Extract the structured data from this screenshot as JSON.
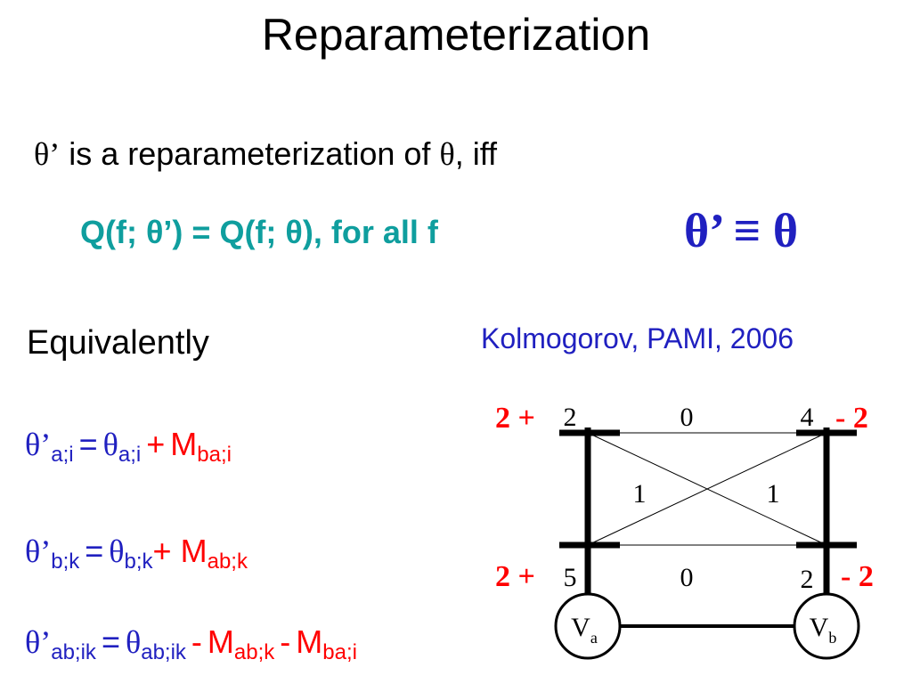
{
  "slide": {
    "title": "Reparameterization",
    "definition": {
      "theta_prime": "θ’",
      "text": " is a reparameterization of ",
      "theta": "θ",
      "suffix": ", iff"
    },
    "condition": "Q(f; θ’)  = Q(f; θ), for all f",
    "equivalence": "θ’  ≡  θ",
    "equivalently": "Equivalently",
    "citation": "Kolmogorov, PAMI, 2006"
  },
  "equations": {
    "unary_a": {
      "lhs": "θ’",
      "lhs_sub": "a;i",
      "eq": "=",
      "rhs": "θ",
      "rhs_sub": "a;i",
      "plus": "+",
      "msg": "M",
      "msg_sub": "ba;i"
    },
    "unary_b": {
      "lhs": "θ’",
      "lhs_sub": "b;k",
      "eq": "=",
      "rhs": "θ",
      "rhs_sub": "b;k",
      "plus": "+",
      "msg": "M",
      "msg_sub": "ab;k"
    },
    "pairwise": {
      "lhs": "θ’",
      "lhs_sub": "ab;ik",
      "eq": "=",
      "rhs": "θ",
      "rhs_sub": "ab;ik",
      "minus1": "-",
      "msg1": "M",
      "msg1_sub": "ab;k",
      "minus2": "-",
      "msg2": "M",
      "msg2_sub": "ba;i"
    }
  },
  "graph": {
    "node_a": {
      "label": "V",
      "sub": "a"
    },
    "node_b": {
      "label": "V",
      "sub": "b"
    },
    "unary_a_top": "2",
    "unary_a_bottom": "5",
    "unary_b_top": "4",
    "unary_b_bottom": "2",
    "edge_top": "0",
    "edge_bottom": "0",
    "edge_cross_left": "1",
    "edge_cross_right": "1",
    "adj_a_top": "2 +",
    "adj_a_bottom": "2 +",
    "adj_b_top": "- 2",
    "adj_b_bottom": "- 2"
  },
  "colors": {
    "text": "#000000",
    "teal": "#0f9e9e",
    "blue": "#2020c0",
    "red": "#ff0000"
  }
}
